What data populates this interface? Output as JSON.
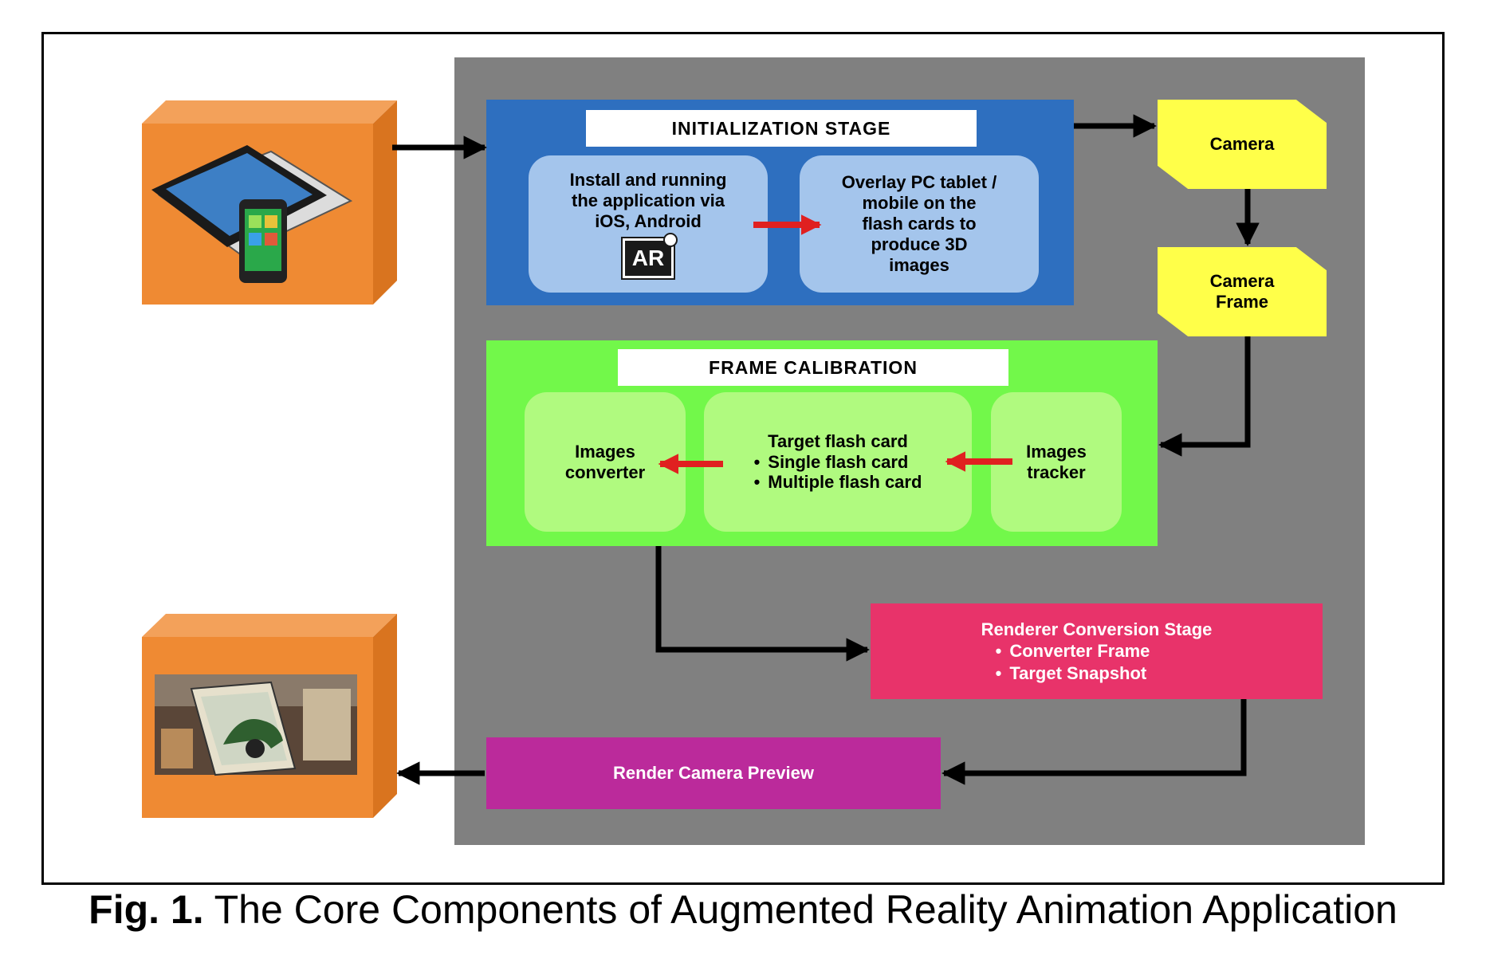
{
  "init": {
    "title": "INITIALIZATION STAGE",
    "install": [
      "Install and running",
      "the application via",
      "iOS, Android"
    ],
    "ar_badge": "AR",
    "overlay": [
      "Overlay PC tablet /",
      "mobile on the",
      "flash cards to",
      "produce 3D",
      "images"
    ]
  },
  "camera": {
    "label": "Camera"
  },
  "camera_frame": {
    "label": [
      "Camera",
      "Frame"
    ]
  },
  "calib": {
    "title": "FRAME CALIBRATION",
    "converter": [
      "Images",
      "converter"
    ],
    "target_title": "Target flash card",
    "target_items": [
      "Single flash card",
      "Multiple flash card"
    ],
    "tracker": [
      "Images",
      "tracker"
    ]
  },
  "renderer": {
    "title": "Renderer Conversion Stage",
    "items": [
      "Converter Frame",
      "Target Snapshot"
    ]
  },
  "preview": {
    "label": "Render Camera Preview"
  },
  "caption": {
    "fig": "Fig. 1.",
    "text": "The Core Components of Augmented Reality Animation Application"
  },
  "colors": {
    "panel": "#808080",
    "init_box": "#2e6fbf",
    "calib_box": "#72f84a",
    "camera": "#ffff49",
    "renderer": "#e8336a",
    "preview": "#bb2a9b",
    "device_box": "#ef8a33",
    "arrow_red": "#e02020"
  }
}
